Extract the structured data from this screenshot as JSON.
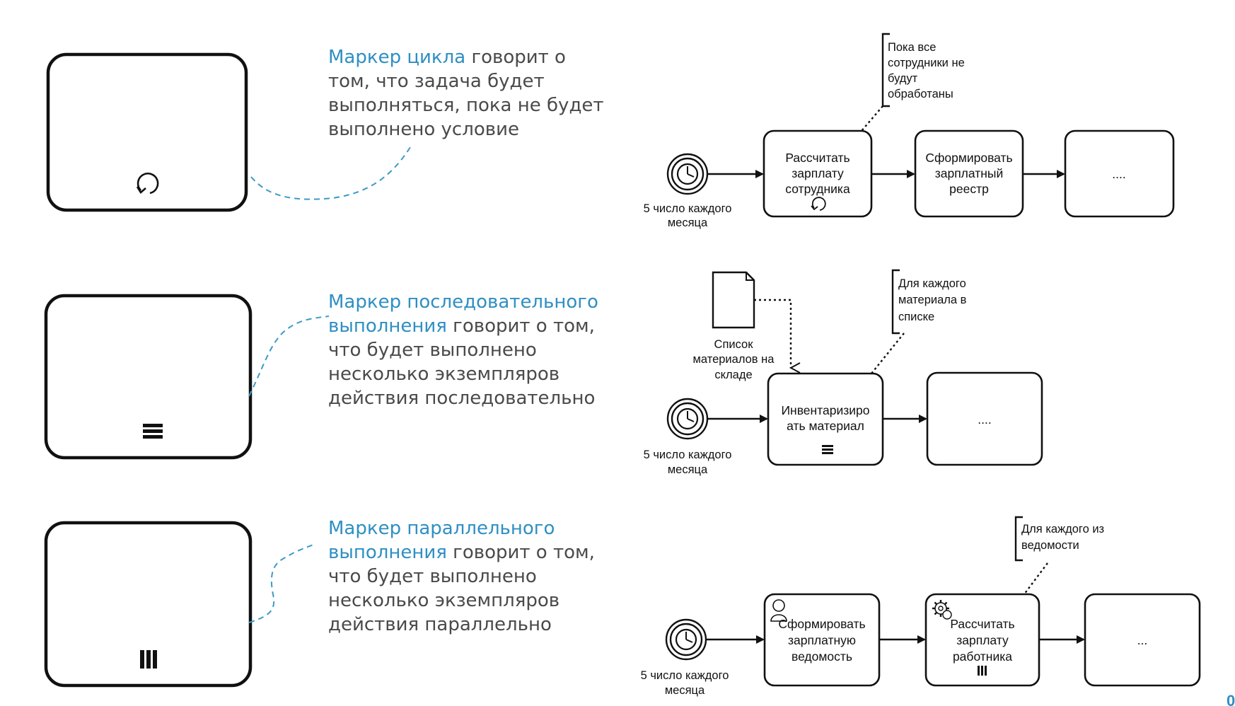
{
  "descriptions": [
    {
      "highlight_lines": [
        "Маркер цикла"
      ],
      "plain_after_highlight": " говорит о",
      "lines": [
        "том, что задача будет",
        "выполняться, пока не будет",
        "выполнено условие"
      ]
    },
    {
      "highlight_lines": [
        "Маркер последовательного",
        "выполнения"
      ],
      "plain_after_highlight": " говорит о том,",
      "lines": [
        "что будет выполнено",
        "несколько экземпляров",
        "действия последовательно"
      ]
    },
    {
      "highlight_lines": [
        "Маркер параллельного",
        "выполнения"
      ],
      "plain_after_highlight": " говорит о том,",
      "lines": [
        "что будет выполнено",
        "несколько экземпляров",
        "действия параллельно"
      ]
    }
  ],
  "diagram1": {
    "event_label": [
      "5 число каждого",
      "месяца"
    ],
    "annotation": [
      "Пока все",
      "сотрудники не",
      "будут",
      "обработаны"
    ],
    "tasks": [
      {
        "lines": [
          "Рассчитать",
          "зарплату",
          "сотрудника"
        ],
        "marker": "loop-icon"
      },
      {
        "lines": [
          "Сформировать",
          "зарплатный",
          "реестр"
        ]
      },
      {
        "lines": [
          "...."
        ]
      }
    ]
  },
  "diagram2": {
    "event_label": [
      "5 число каждого",
      "месяца"
    ],
    "data_object_label": [
      "Список",
      "материалов на",
      "складе"
    ],
    "annotation": [
      "Для каждого",
      "материала в",
      "списке"
    ],
    "tasks": [
      {
        "lines": [
          "Инвентаризиро",
          "ать материал"
        ],
        "marker": "sequential-marker-icon"
      },
      {
        "lines": [
          "...."
        ]
      }
    ]
  },
  "diagram3": {
    "event_label": [
      "5 число каждого",
      "месяца"
    ],
    "annotation": [
      "Для каждого из",
      "ведомости"
    ],
    "tasks": [
      {
        "lines": [
          "Сформировать",
          "зарплатную",
          "ведомость"
        ],
        "marker": "user-task-icon"
      },
      {
        "lines": [
          "Рассчитать",
          "зарплату",
          "работника"
        ],
        "marker": "parallel-marker-icon",
        "type_icon": "service-task-gear-icon"
      },
      {
        "lines": [
          "..."
        ]
      }
    ]
  },
  "page_number_fragment": "0",
  "colors": {
    "highlight": "#2f8fc3",
    "body_text": "#4a4a4a",
    "connector": "#3a9bc7"
  }
}
